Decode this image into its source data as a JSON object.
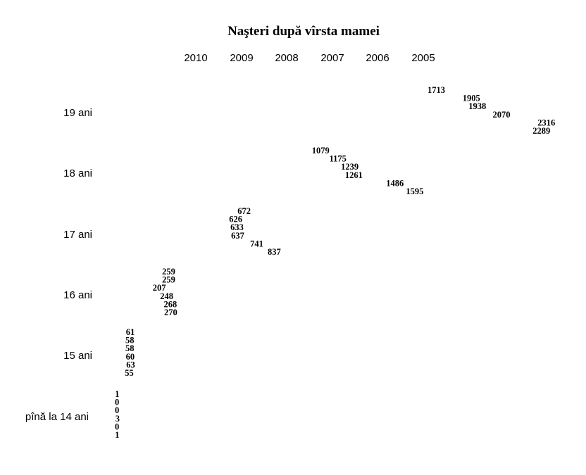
{
  "chart_data": {
    "type": "scatter",
    "title": "Naşteri după vîrsta mamei",
    "years": [
      "2010",
      "2009",
      "2008",
      "2007",
      "2006",
      "2005"
    ],
    "categories": [
      "19 ani",
      "18 ani",
      "17 ani",
      "16 ani",
      "15 ani",
      "pînă la 14 ani"
    ],
    "series": [
      {
        "category": "19 ani",
        "values": [
          1713,
          1905,
          1938,
          2070,
          2316,
          2289
        ]
      },
      {
        "category": "18 ani",
        "values": [
          1079,
          1175,
          1239,
          1261,
          1486,
          1595
        ]
      },
      {
        "category": "17 ani",
        "values": [
          672,
          626,
          633,
          637,
          741,
          837
        ]
      },
      {
        "category": "16 ani",
        "values": [
          259,
          259,
          207,
          248,
          268,
          270
        ]
      },
      {
        "category": "15 ani",
        "values": [
          61,
          58,
          58,
          60,
          63,
          55
        ]
      },
      {
        "category": "pînă la 14 ani",
        "values": [
          1,
          0,
          0,
          3,
          0,
          1
        ]
      }
    ],
    "xlim": [
      -120,
      2600
    ],
    "grid": false,
    "legend": "none"
  }
}
